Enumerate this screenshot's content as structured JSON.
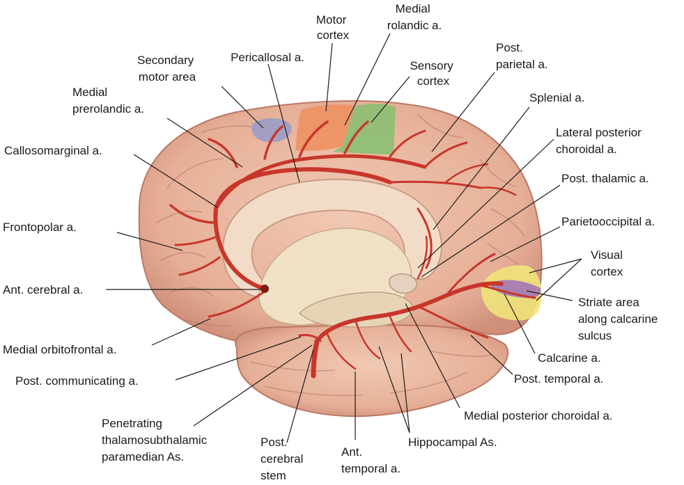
{
  "labels": {
    "motor_cortex": [
      "Motor",
      "cortex"
    ],
    "medial_rolandic": [
      "Medial",
      "rolandic a."
    ],
    "secondary_motor": [
      "Secondary",
      "motor area"
    ],
    "pericallosal": [
      "Pericallosal a."
    ],
    "sensory_cortex": [
      "Sensory",
      "cortex"
    ],
    "post_parietal": [
      "Post.",
      "parietal a."
    ],
    "medial_prerolandic": [
      "Medial",
      "prerolandic a."
    ],
    "splenial": [
      "Splenial a."
    ],
    "callosomarginal": [
      "Callosomarginal a."
    ],
    "lateral_posterior_choroidal": [
      "Lateral posterior",
      "choroidal a."
    ],
    "post_thalamic": [
      "Post. thalamic a."
    ],
    "frontopolar": [
      "Frontopolar a."
    ],
    "parietooccipital": [
      "Parietooccipital a."
    ],
    "visual_cortex": [
      "Visual",
      "cortex"
    ],
    "ant_cerebral": [
      "Ant. cerebral a."
    ],
    "striate_area": [
      "Striate area",
      "along calcarine",
      "sulcus"
    ],
    "medial_orbitofrontal": [
      "Medial orbitofrontal a."
    ],
    "calcarine": [
      "Calcarine a."
    ],
    "post_communicating": [
      "Post. communicating a."
    ],
    "post_temporal": [
      "Post. temporal a."
    ],
    "medial_posterior_choroidal": [
      "Medial posterior choroidal a."
    ],
    "penetrating": [
      "Penetrating",
      "thalamosubthalamic",
      "paramedian As."
    ],
    "post_cerebral": [
      "Post.",
      "cerebral",
      "stem"
    ],
    "ant_temporal": [
      "Ant.",
      "temporal a."
    ],
    "hippocampal": [
      "Hippocampal As."
    ]
  },
  "colors": {
    "brain_surface": "#e9b9a3",
    "brain_shadow": "#cf8f79",
    "artery": "#c8362b",
    "motor_cortex": "#ee9465",
    "sensory_cortex": "#8fbf74",
    "secondary_motor": "#9a9cc7",
    "visual_cortex": "#efe37a",
    "striate_area": "#a77bb4",
    "corpus_callosum": "#f3dcc7",
    "thalamus": "#efe0c6"
  }
}
